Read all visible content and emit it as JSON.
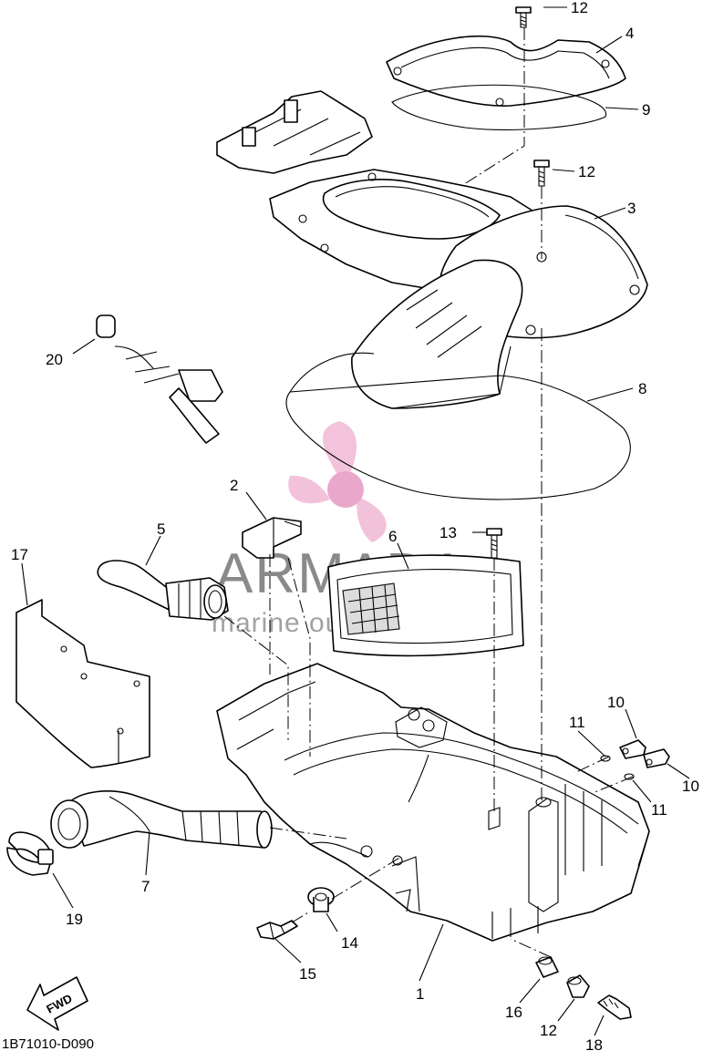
{
  "diagram_code": "1B71010-D090",
  "watermark": {
    "brand": "ARMADA",
    "tagline": "marine outboards",
    "logo_color": "#e8a8c8"
  },
  "direction_badge": "FWD",
  "callouts": [
    {
      "id": "c1",
      "label": "1"
    },
    {
      "id": "c2",
      "label": "2"
    },
    {
      "id": "c3",
      "label": "3"
    },
    {
      "id": "c4",
      "label": "4"
    },
    {
      "id": "c5",
      "label": "5"
    },
    {
      "id": "c6",
      "label": "6"
    },
    {
      "id": "c7",
      "label": "7"
    },
    {
      "id": "c8",
      "label": "8"
    },
    {
      "id": "c9",
      "label": "9"
    },
    {
      "id": "c10a",
      "label": "10"
    },
    {
      "id": "c10b",
      "label": "10"
    },
    {
      "id": "c11a",
      "label": "11"
    },
    {
      "id": "c11b",
      "label": "11"
    },
    {
      "id": "c12a",
      "label": "12"
    },
    {
      "id": "c12b",
      "label": "12"
    },
    {
      "id": "c12c",
      "label": "12"
    },
    {
      "id": "c13",
      "label": "13"
    },
    {
      "id": "c14",
      "label": "14"
    },
    {
      "id": "c15",
      "label": "15"
    },
    {
      "id": "c16",
      "label": "16"
    },
    {
      "id": "c17",
      "label": "17"
    },
    {
      "id": "c18",
      "label": "18"
    },
    {
      "id": "c19",
      "label": "19"
    },
    {
      "id": "c20",
      "label": "20"
    }
  ]
}
